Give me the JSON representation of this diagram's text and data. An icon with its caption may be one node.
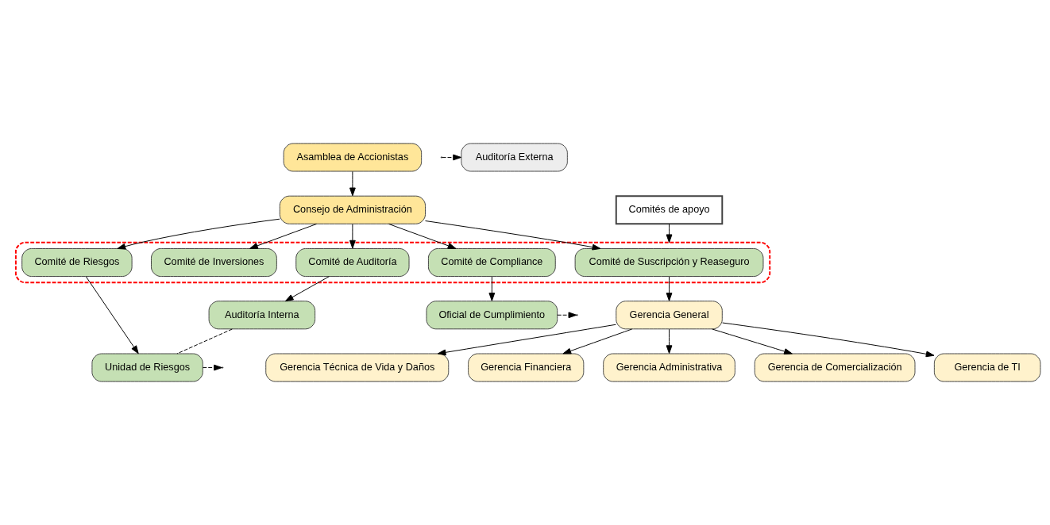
{
  "diagram": {
    "nodes": [
      {
        "text": [
          "Asamblea de Accionistas"
        ]
      },
      {
        "text": [
          "Consejo de Administración"
        ]
      },
      {
        "text": [
          "Comités de apoyo"
        ]
      },
      {
        "text": [],
        "shape": "box"
      },
      {
        "text": [
          "Comité de Inversiones"
        ],
        "in": 3
      },
      {
        "text": [
          "Comité de Compliance"
        ],
        "in": 3
      },
      {
        "text": [
          "Comité de Suscripción y Reaseguro"
        ],
        "in": 3
      },
      {
        "text": [
          "Comité de Riesgos"
        ],
        "in": 3
      },
      {
        "text": [
          "Comité de Auditoría"
        ],
        "in": 3
      },
      {
        "text": [
          "Oficial de Cumplimiento"
        ]
      },
      {
        "text": [
          "Unidad de Riesgos"
        ]
      },
      {
        "text": [
          "Auditoría Interna"
        ]
      },
      {
        "text": [
          "Auditoría Externa"
        ]
      },
      {
        "text": [
          "Gerencia General"
        ]
      },
      {
        "text": [
          "Gerencia Técnica de Vida y Daños"
        ]
      },
      {
        "text": [
          "Gerencia Financiera"
        ]
      },
      {
        "text": [
          "Gerencia Administrativa"
        ]
      },
      {
        "text": [
          "Gerencia de Comercialización"
        ]
      },
      {
        "text": [
          "Gerencia de TI"
        ]
      }
    ],
    "edges": [
      {
        "from": 0,
        "to": 1,
        "arrow": "to"
      },
      {
        "from": 2,
        "to": 3,
        "arrow": "to"
      },
      {
        "from": 1,
        "to": 4,
        "arrow": "to"
      },
      {
        "from": 1,
        "to": 5,
        "arrow": "to"
      },
      {
        "from": 1,
        "to": 6,
        "arrow": "to"
      },
      {
        "from": 1,
        "to": 7,
        "arrow": "to"
      },
      {
        "from": 1,
        "to": 8,
        "arrow": "to"
      },
      {
        "from": 5,
        "to": 9,
        "arrow": "to"
      },
      {
        "from": 7,
        "to": 10,
        "arrow": "to"
      },
      {
        "from": 8,
        "to": 11,
        "arrow": "to"
      },
      {
        "from": 9,
        "to": null,
        "arrow": "to",
        "style": "dashed"
      },
      {
        "from": 10,
        "to": null,
        "arrow": "to",
        "style": "dashed"
      },
      {
        "from": 11,
        "to": 10,
        "arrow": "none",
        "style": "dashed"
      },
      {
        "from": null,
        "to": 12,
        "arrow": "to",
        "style": "dashed"
      },
      {
        "from": 6,
        "to": 13,
        "arrow": "to"
      },
      {
        "from": 13,
        "to": 14,
        "arrow": "to"
      },
      {
        "from": 13,
        "to": 15,
        "arrow": "to"
      },
      {
        "from": 13,
        "to": 16,
        "arrow": "to"
      },
      {
        "from": 13,
        "to": 17,
        "arrow": "to"
      },
      {
        "from": 13,
        "to": 18,
        "arrow": "to"
      }
    ]
  }
}
